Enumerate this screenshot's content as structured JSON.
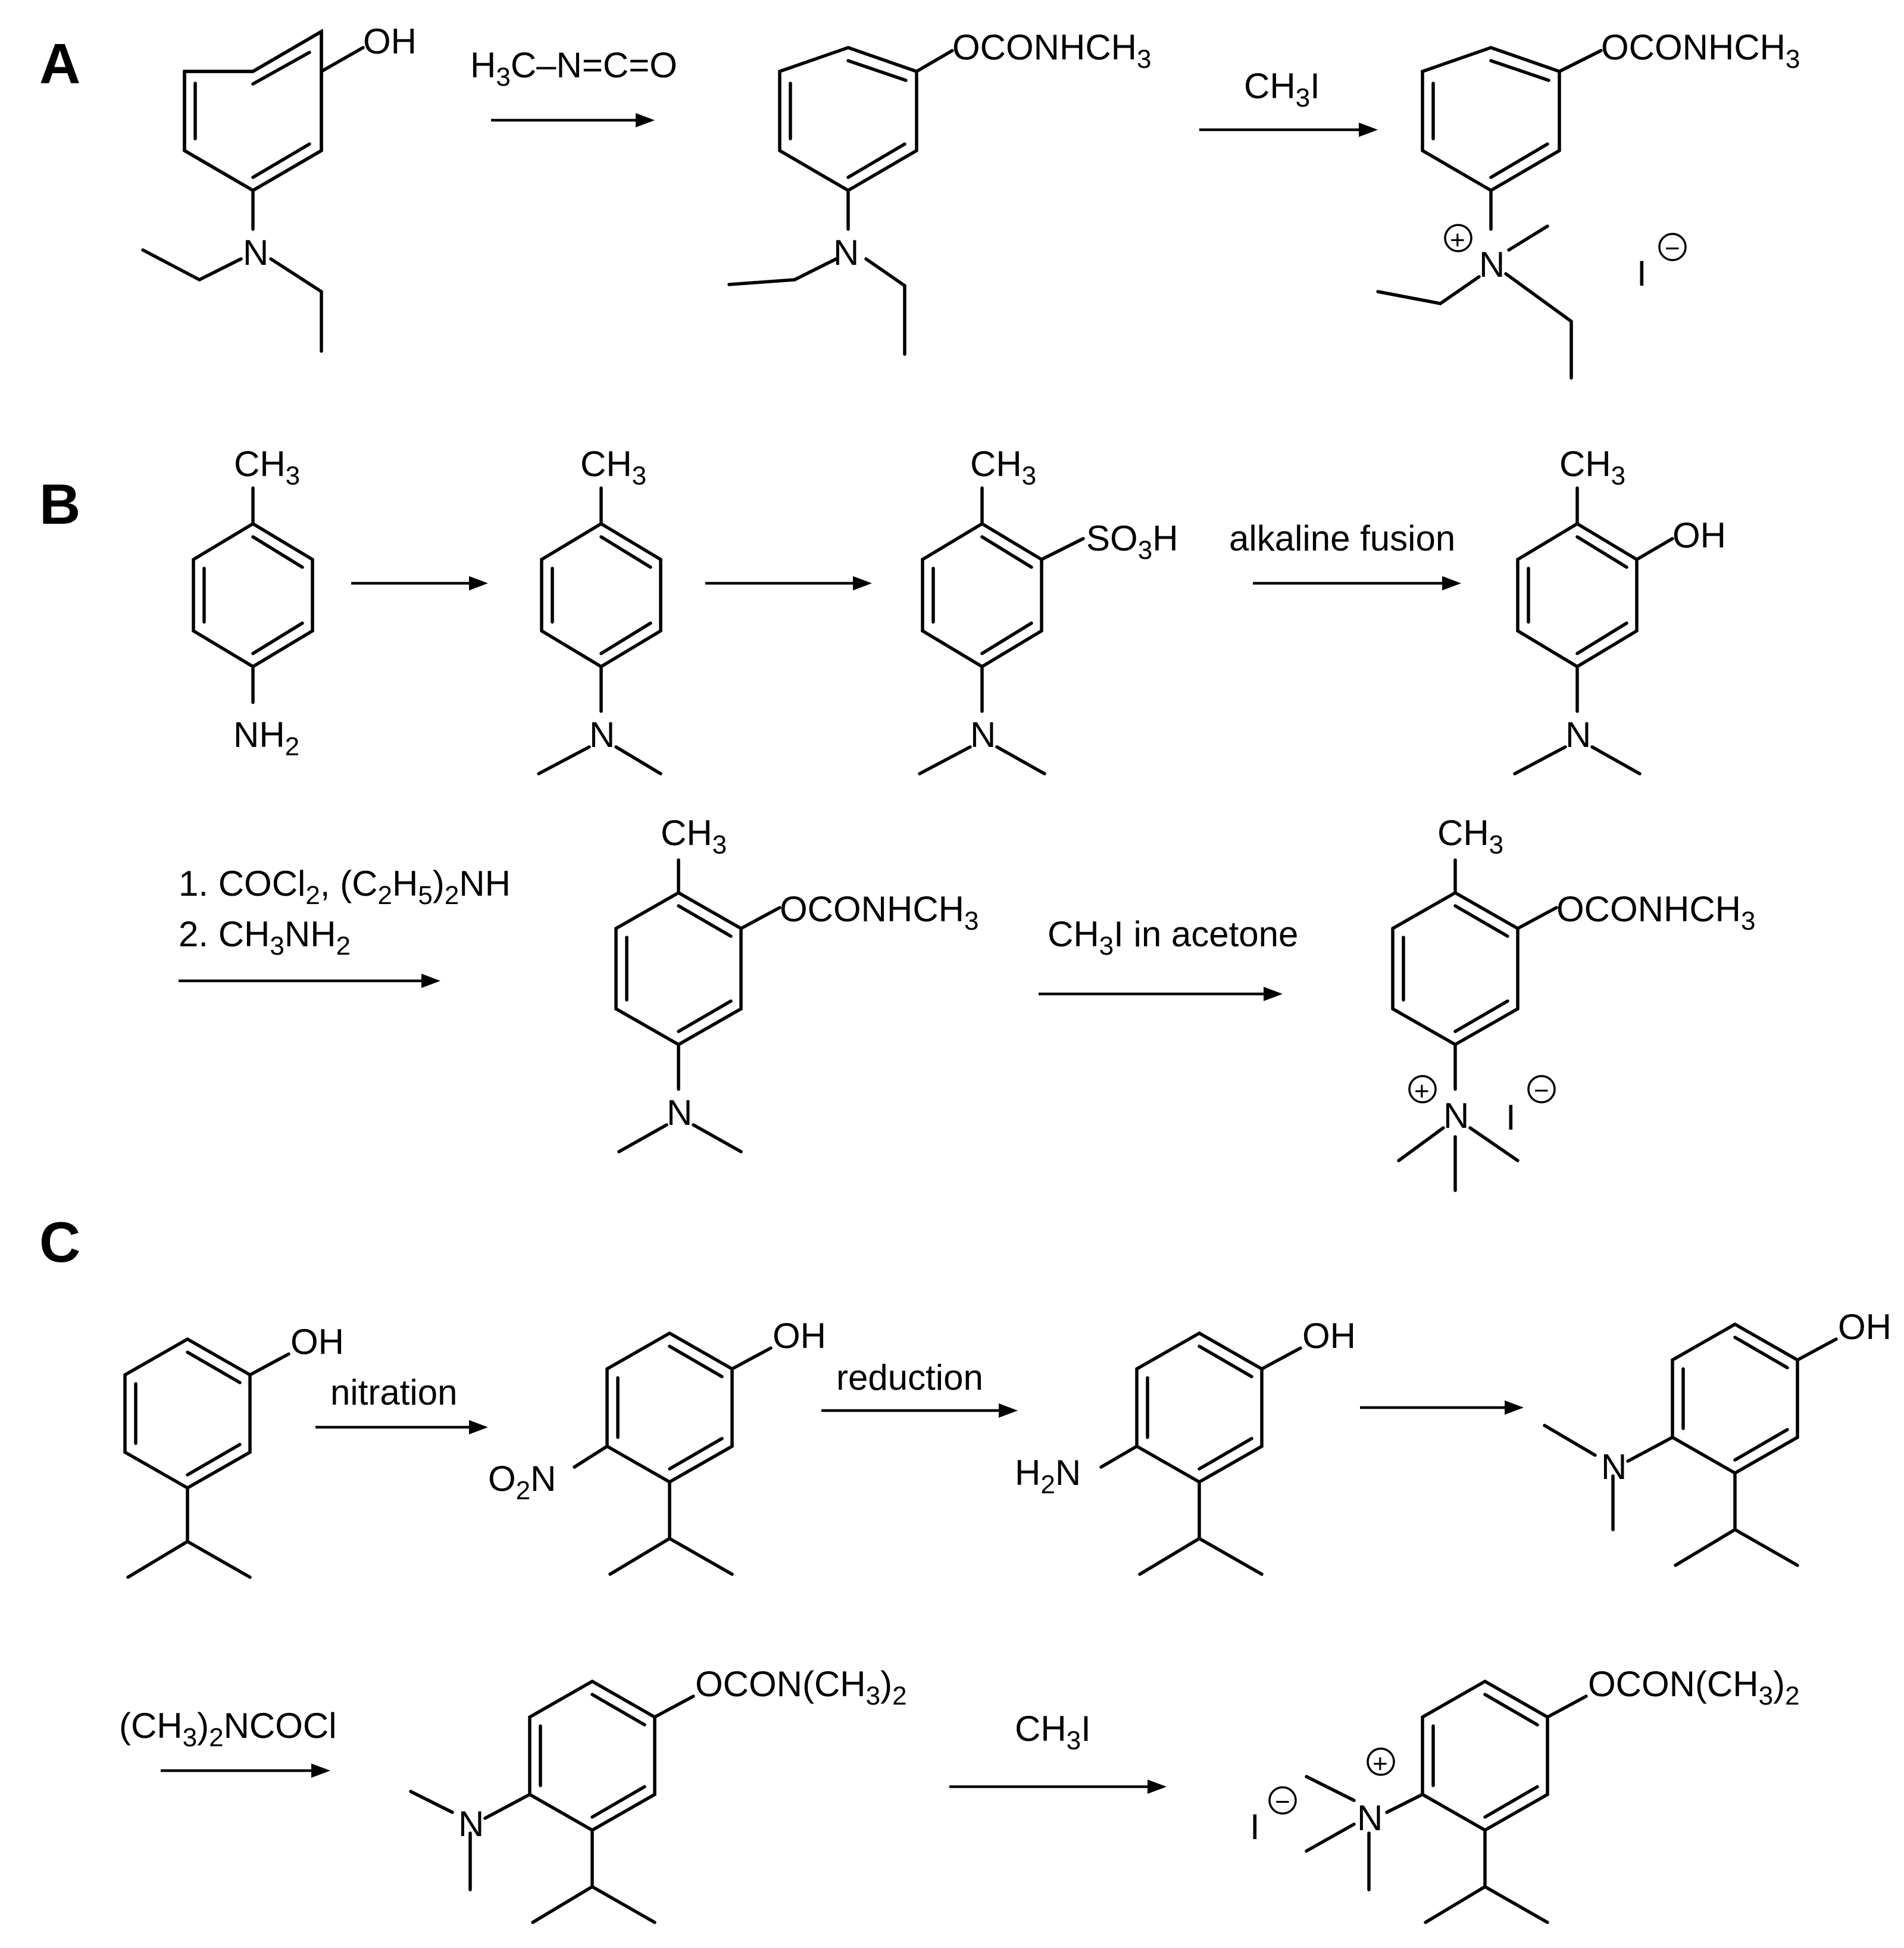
{
  "panels": {
    "a": "A",
    "b": "B",
    "c": "C"
  },
  "atoms": {
    "oh": "OH",
    "n": "N",
    "ch3": "CH",
    "ch3_sub": "3",
    "nh2": "NH",
    "nh2_sub": "2",
    "so3h": "SO",
    "so3h_sub": "3",
    "so3h_tail": "H",
    "o2n_o": "O",
    "o2n_sub": "2",
    "o2n_n": "N",
    "h2n_h": "H",
    "h2n_sub": "2",
    "h2n_n": "N",
    "iodide": "I",
    "ocon_prefix": "OCONHCH",
    "ocon_sub": "3",
    "ocondm_prefix": "OCON(CH",
    "ocondm_sub": "3",
    "ocondm_tail": ")",
    "ocondm_tail_sub": "2",
    "plus": "+",
    "minus": "−"
  },
  "reagents": {
    "mic_h": "H",
    "mic_sub": "3",
    "mic_rest": "C–N=C=O",
    "ch3i_pre": "CH",
    "ch3i_sub": "3",
    "ch3i_post": "I",
    "alkaline_fusion": "alkaline fusion",
    "step1_pre": "1. COCl",
    "step1_sub1": "2",
    "step1_mid": ", (C",
    "step1_sub2": "2",
    "step1_mid2": "H",
    "step1_sub3": "5",
    "step1_mid3": ")",
    "step1_sub4": "2",
    "step1_post": "NH",
    "step2_pre": "2. CH",
    "step2_sub1": "3",
    "step2_mid": "NH",
    "step2_sub2": "2",
    "ch3i_acetone_post": "I in acetone",
    "nitration": "nitration",
    "reduction": "reduction",
    "dmcc_pre": "(CH",
    "dmcc_sub": "3",
    "dmcc_post": ")",
    "dmcc_sub2": "2",
    "dmcc_tail": "NCOCl"
  }
}
